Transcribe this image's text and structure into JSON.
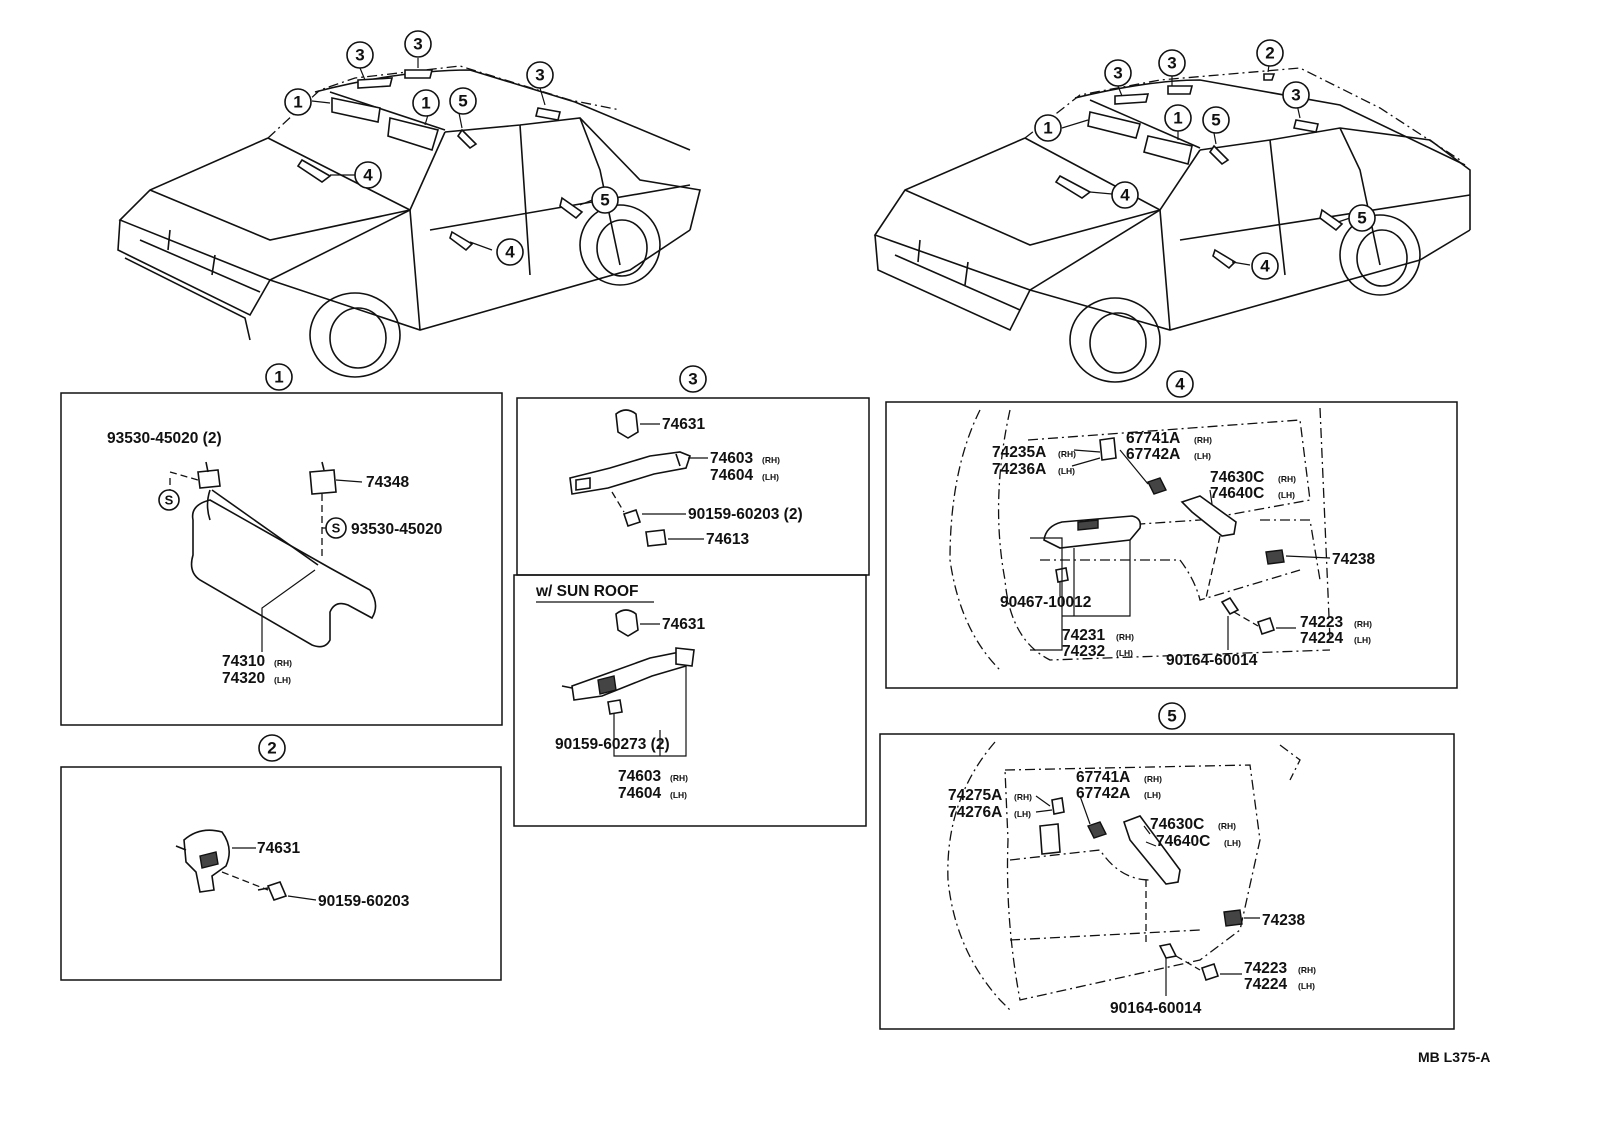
{
  "drawing_code": "MB L375-A",
  "callouts": {
    "c1": "1",
    "c2": "2",
    "c3": "3",
    "c4": "4",
    "c5": "5"
  },
  "panel1": {
    "p1": "93530-45020 (2)",
    "p2": "74348",
    "p3": "93530-45020",
    "p4": "74310",
    "p5": "74320",
    "s_mark": "S",
    "rh": "(RH)",
    "lh": "(LH)"
  },
  "panel2": {
    "p1": "74631",
    "p2": "90159-60203"
  },
  "panel3": {
    "p1": "74631",
    "p2": "74603",
    "p3": "74604",
    "p4": "90159-60203 (2)",
    "p5": "74613",
    "sunroof_title": "w/ SUN ROOF",
    "s1": "74631",
    "s2": "90159-60273 (2)",
    "s3": "74603",
    "s4": "74604",
    "rh": "(RH)",
    "lh": "(LH)"
  },
  "panel4": {
    "p1": "74235A",
    "p2": "74236A",
    "p3": "67741A",
    "p4": "67742A",
    "p5": "74630C",
    "p6": "74640C",
    "p7": "74238",
    "p8": "90467-10012",
    "p9": "74231",
    "p10": "74232",
    "p11": "90164-60014",
    "p12": "74223",
    "p13": "74224",
    "rh": "(RH)",
    "lh": "(LH)"
  },
  "panel5": {
    "p1": "74275A",
    "p2": "74276A",
    "p3": "67741A",
    "p4": "67742A",
    "p5": "74630C",
    "p6": "74640C",
    "p7": "74238",
    "p8": "90164-60014",
    "p9": "74223",
    "p10": "74224",
    "rh": "(RH)",
    "lh": "(LH)"
  }
}
